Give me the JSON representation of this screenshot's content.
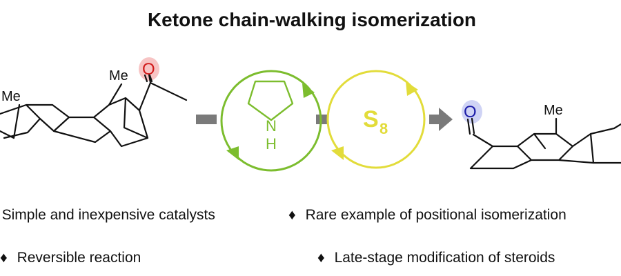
{
  "title": "Ketone chain-walking isomerization",
  "colors": {
    "ketone_start": "#d11a1a",
    "ketone_start_glow": "#f7c4c4",
    "ketone_end": "#1a1aa8",
    "ketone_end_glow": "#cfd3f5",
    "amine_cycle": "#7cbd2e",
    "sulfur_cycle": "#e2dc3a",
    "arrow": "#7a7a7a",
    "text": "#111111"
  },
  "start_molecule": {
    "methyl_labels": [
      "Me",
      "Me"
    ],
    "carbonyl_label": "O"
  },
  "amine_catalyst": {
    "heteroatom": "N",
    "hydrogen": "H"
  },
  "sulfur_catalyst": {
    "element": "S",
    "subscript": "8"
  },
  "product_molecule": {
    "methyl_label": "Me",
    "carbonyl_label": "O"
  },
  "features": [
    {
      "bullet": "♦",
      "text": "Simple and inexpensive catalysts"
    },
    {
      "bullet": "♦",
      "text": "Rare example of positional isomerization"
    },
    {
      "bullet": "♦",
      "text": "Reversible reaction"
    },
    {
      "bullet": "♦",
      "text": "Late-stage modification of steroids"
    }
  ]
}
